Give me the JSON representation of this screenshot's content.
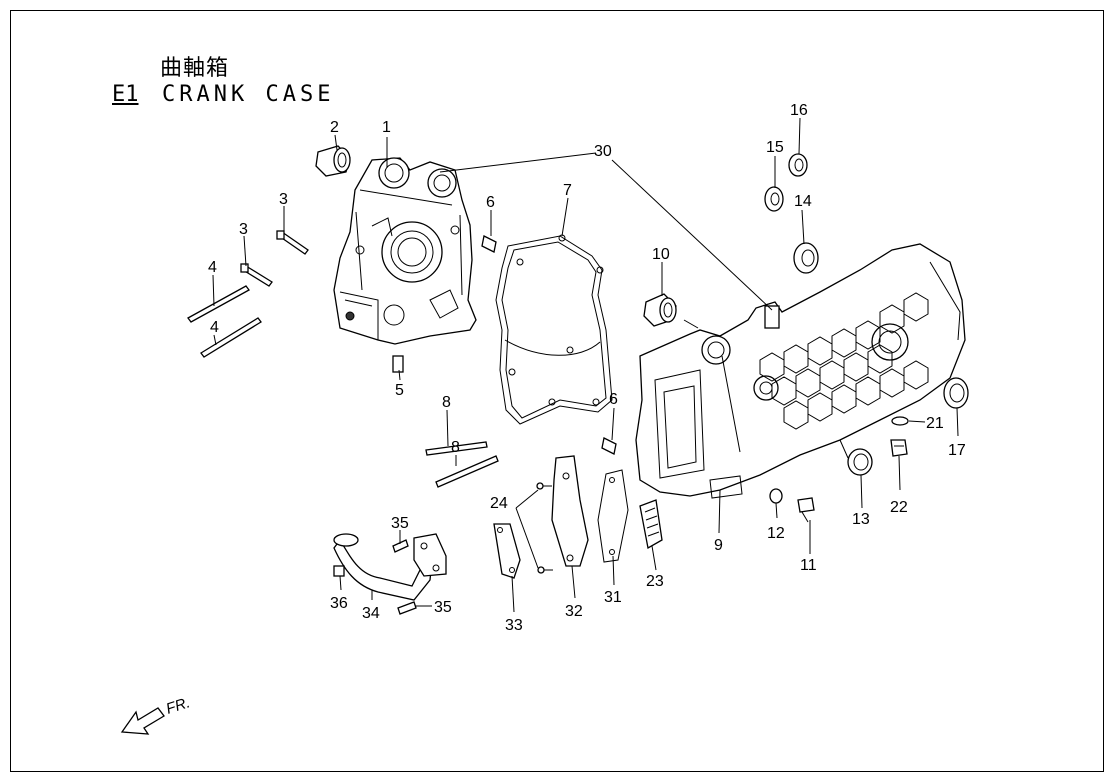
{
  "header": {
    "title_zh": "曲軸箱",
    "code": "E1",
    "title_en": "CRANK CASE"
  },
  "direction_label": "FR.",
  "callouts": {
    "c1": "1",
    "c2": "2",
    "c3a": "3",
    "c3b": "3",
    "c4a": "4",
    "c4b": "4",
    "c5": "5",
    "c6a": "6",
    "c6b": "6",
    "c7": "7",
    "c8a": "8",
    "c8b": "8",
    "c9": "9",
    "c10": "10",
    "c11": "11",
    "c12": "12",
    "c13": "13",
    "c14": "14",
    "c15": "15",
    "c16": "16",
    "c17": "17",
    "c21": "21",
    "c22": "22",
    "c23": "23",
    "c24": "24",
    "c30": "30",
    "c31": "31",
    "c32": "32",
    "c33": "33",
    "c34": "34",
    "c35a": "35",
    "c35b": "35",
    "c36": "36"
  }
}
